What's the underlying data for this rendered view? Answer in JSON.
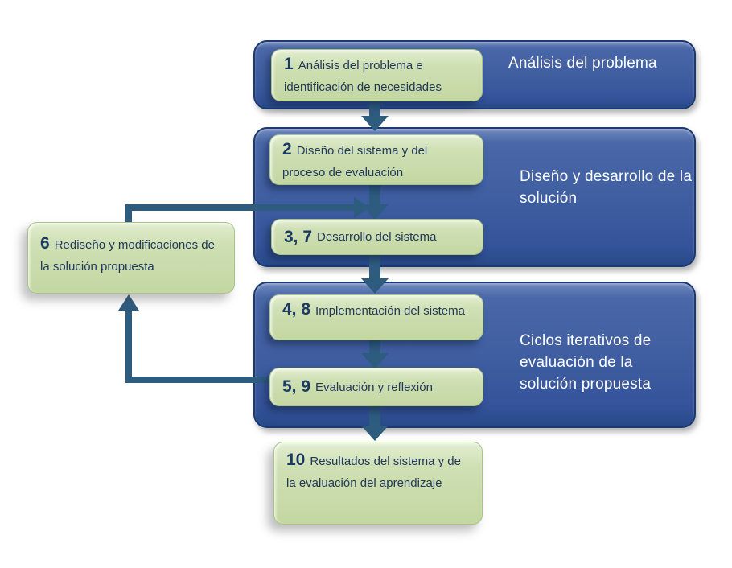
{
  "diagram": {
    "title": "Design-based research cycle (Spanish flowchart)",
    "stages": [
      {
        "label": "Análisis del problema"
      },
      {
        "label": "Diseño y desarrollo de la solución"
      },
      {
        "label": "Ciclos iterativos de evaluación de la solución propuesta"
      }
    ],
    "steps": {
      "s1": {
        "num": "1",
        "text": "Análisis del problema e identificación de necesidades"
      },
      "s2": {
        "num": "2",
        "text": "Diseño del sistema y del proceso de evaluación"
      },
      "s37": {
        "num": "3, 7",
        "text": "Desarrollo del sistema"
      },
      "s48": {
        "num": "4, 8",
        "text": "Implementación del sistema"
      },
      "s59": {
        "num": "5, 9",
        "text": "Evaluación y reflexión"
      },
      "s6": {
        "num": "6",
        "text": "Rediseño y modificaciones de la solución propuesta"
      },
      "s10": {
        "num": "10",
        "text": "Resultados del sistema y de  la evaluación del aprendizaje"
      }
    },
    "colors": {
      "stage_fill": "#3e5da0",
      "stage_border": "#1c3a70",
      "step_fill": "#c6d9a7",
      "arrow": "#2e5c7f",
      "text_dark": "#1d3a63",
      "text_light": "#ffffff"
    }
  }
}
